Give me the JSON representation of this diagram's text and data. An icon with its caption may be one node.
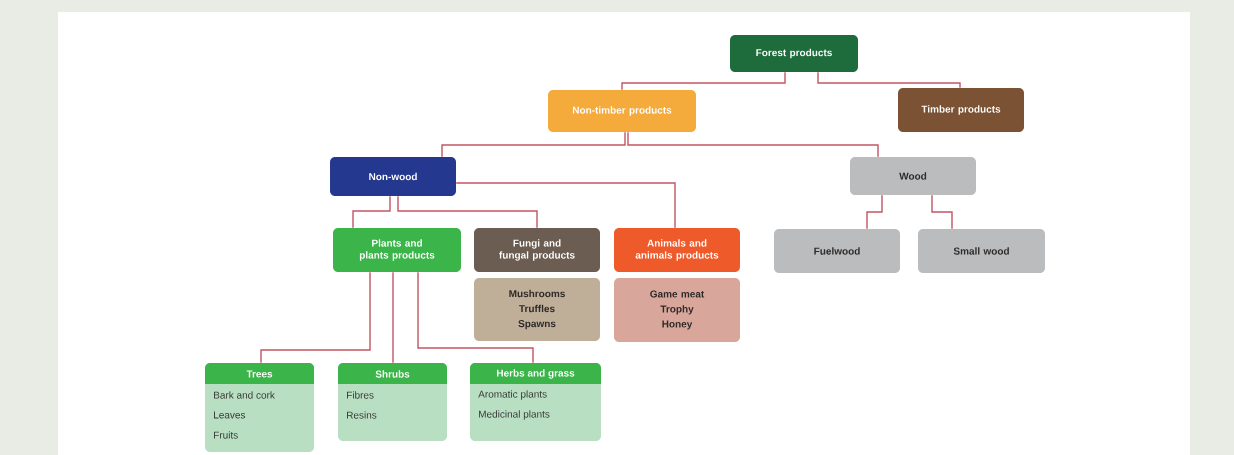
{
  "diagram": {
    "nodes": [
      {
        "text": [
          "Forest products"
        ]
      },
      {
        "text": [
          "Non-timber products"
        ]
      },
      {
        "text": [
          "Timber products"
        ]
      },
      {
        "text": [
          "Non-wood"
        ]
      },
      {
        "text": [
          "Wood"
        ]
      },
      {
        "text": [
          "Plants and plants products"
        ]
      },
      {
        "text": [
          "Fungi and fungal products"
        ]
      },
      {
        "text": [
          "Animals and animals products"
        ]
      },
      {
        "text": [
          "Mushrooms",
          "Truffles",
          "Spawns"
        ]
      },
      {
        "text": [
          "Game meat",
          "Trophy",
          "Honey"
        ]
      },
      {
        "text": [
          "Fuelwood"
        ]
      },
      {
        "text": [
          "Small wood"
        ]
      },
      {
        "text": [
          "Trees",
          "Bark and cork",
          "Leaves",
          "Fruits"
        ]
      },
      {
        "text": [
          "Shrubs",
          "Fibres",
          "Resins"
        ]
      },
      {
        "text": [
          "Herbs and grass",
          "Aromatic plants",
          "Medicinal plants"
        ]
      }
    ],
    "edges": [
      {
        "from": 0,
        "to": 1,
        "arrow": "none"
      },
      {
        "from": 0,
        "to": 2,
        "arrow": "none"
      },
      {
        "from": 1,
        "to": 3,
        "arrow": "none"
      },
      {
        "from": 1,
        "to": 4,
        "arrow": "none"
      },
      {
        "from": 3,
        "to": 5,
        "arrow": "none"
      },
      {
        "from": 3,
        "to": 6,
        "arrow": "none"
      },
      {
        "from": 3,
        "to": 7,
        "arrow": "none"
      },
      {
        "from": 4,
        "to": 10,
        "arrow": "none"
      },
      {
        "from": 4,
        "to": 11,
        "arrow": "none"
      },
      {
        "from": 5,
        "to": 12,
        "arrow": "none"
      },
      {
        "from": 5,
        "to": 13,
        "arrow": "none"
      },
      {
        "from": 5,
        "to": 14,
        "arrow": "none"
      }
    ]
  }
}
